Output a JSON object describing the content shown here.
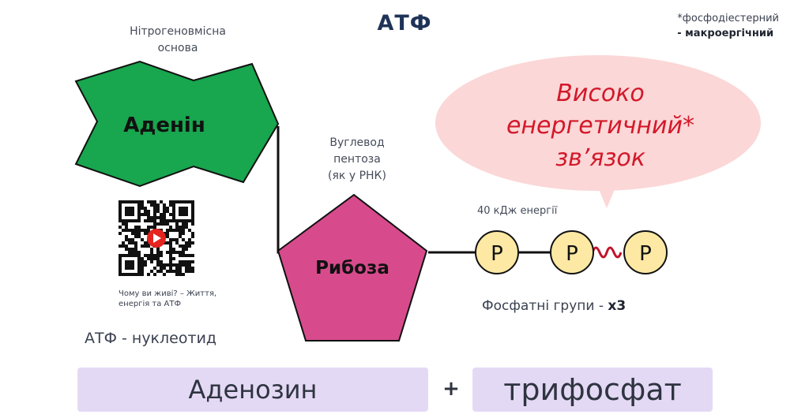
{
  "title": "АТФ",
  "footnote": {
    "line1": "*фосфодіестерний",
    "line2": "- макроергічний"
  },
  "adenine": {
    "label": "Аденін",
    "caption": [
      "Нітрогеновмісна",
      "основа"
    ]
  },
  "ribose": {
    "label": "Рибоза",
    "caption": [
      "Вуглевод",
      "пентоза",
      "(як у РНК)"
    ]
  },
  "high_energy_bubble": {
    "lines": [
      "Високо",
      "енергетичний*",
      "зв’язок"
    ]
  },
  "energy_caption": "40 кДж енергії",
  "phosphates": {
    "symbol": "P",
    "count_label_prefix": "Фосфатні групи - ",
    "count_label_bold": "x3"
  },
  "qr": {
    "caption": "Чому ви живі? – Життя, енергія та АТФ"
  },
  "nucleotide_caption": "АТФ - нуклеотид",
  "bottom": {
    "left": "Аденозин",
    "plus": "+",
    "right": "трифосфат"
  },
  "colors": {
    "adenine": "#18a64e",
    "ribose": "#d74b8c",
    "phosphate": "#fde9a4",
    "bubble": "#fbd7d7",
    "bubble_text": "#d3182a",
    "bond": "#c0132a",
    "bar": "#e4d9f5",
    "title": "#1f3358"
  }
}
